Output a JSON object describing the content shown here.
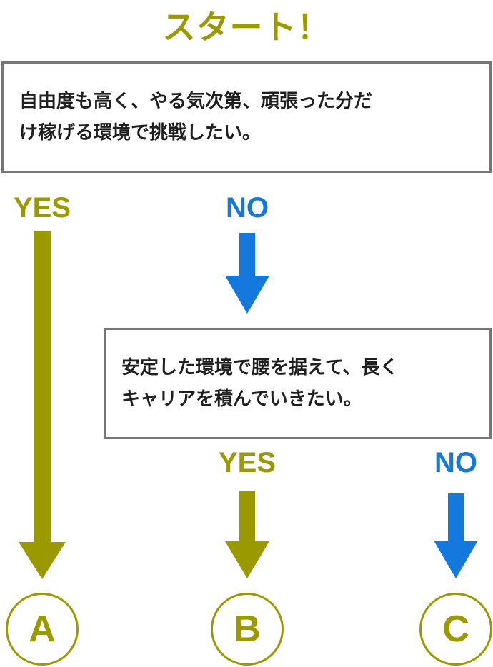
{
  "colors": {
    "yes": "#9a9900",
    "no": "#1478dc",
    "border": "#767676",
    "text": "#1f1f1f"
  },
  "title": "スタート！",
  "question1": {
    "line1": "自由度も高く、やる気次第、頑張った分だ",
    "line2": "け稼げる環境で挑戦したい。"
  },
  "question2": {
    "line1": "安定した環境で腰を据えて、長く",
    "line2": "キャリアを積んでいきたい。"
  },
  "branches": {
    "q1_yes": "YES",
    "q1_no": "NO",
    "q2_yes": "YES",
    "q2_no": "NO"
  },
  "results": {
    "a": "A",
    "b": "B",
    "c": "C"
  }
}
